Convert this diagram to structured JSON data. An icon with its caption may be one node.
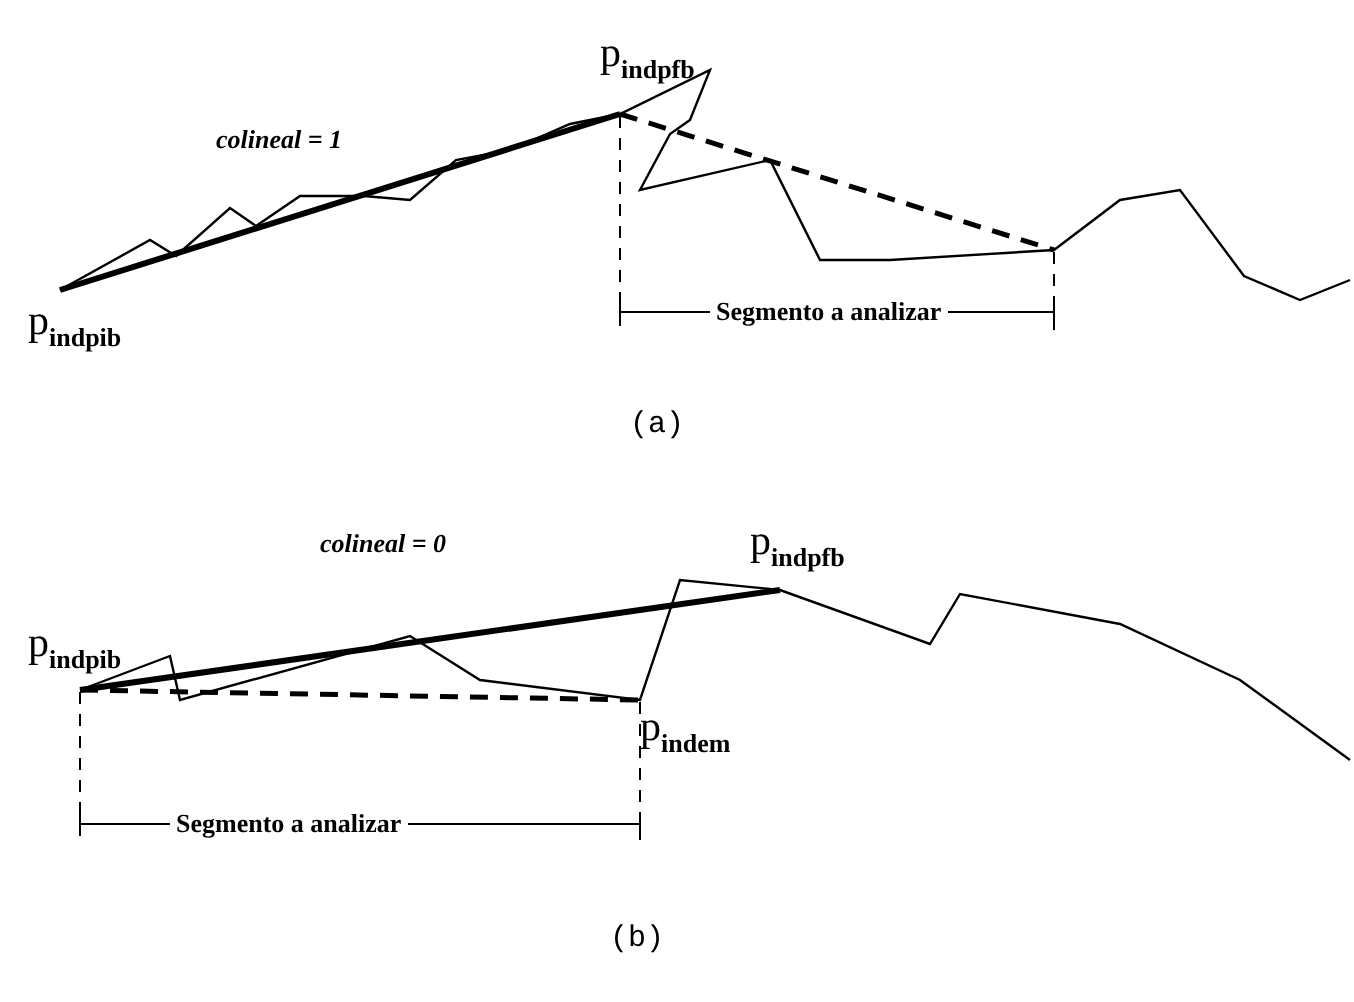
{
  "diagram": {
    "labels": [
      "p$_{indpfb}$",
      "colineal = 1",
      "p$_{indpib}$",
      "Segmento a analizar",
      "(a)",
      "p$_{indpfb}$",
      "colineal = 0",
      "p$_{indpib}$",
      "p$_{indem}$",
      "Segmento a analizar",
      "(b)"
    ]
  }
}
